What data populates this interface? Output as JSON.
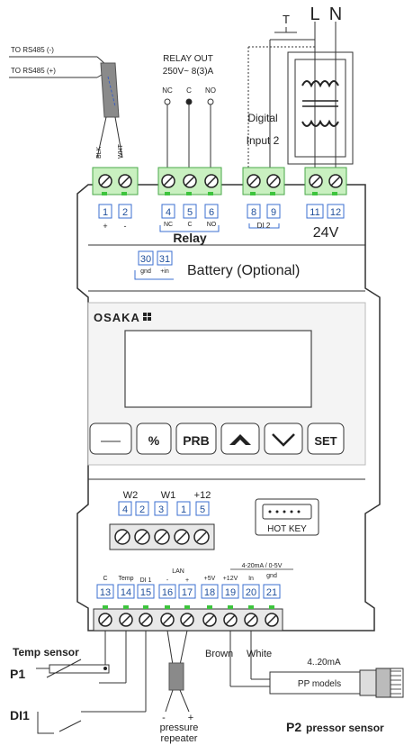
{
  "rs485": {
    "minus": "TO RS485 (-)",
    "plus": "TO RS485 (+)",
    "blk": "BLK",
    "wht": "WHT"
  },
  "relay_out": {
    "title": "RELAY OUT",
    "rating": "250V~ 8(3)A",
    "nc": "NC",
    "c": "C",
    "no": "NO"
  },
  "digital_input": {
    "line1": "Digital",
    "line2": "Input 2"
  },
  "power": {
    "t": "T",
    "l": "L",
    "n": "N"
  },
  "top_terminals": [
    {
      "num": "1",
      "sub": "+"
    },
    {
      "num": "2",
      "sub": "-"
    },
    {
      "num": "4",
      "sub": "NC"
    },
    {
      "num": "5",
      "sub": "C"
    },
    {
      "num": "6",
      "sub": "NO"
    },
    {
      "num": "8",
      "sub": ""
    },
    {
      "num": "9",
      "sub": ""
    },
    {
      "num": "11",
      "sub": ""
    },
    {
      "num": "12",
      "sub": ""
    }
  ],
  "relay_label": "Relay",
  "di2_label": "DI 2",
  "v24_label": "24V",
  "battery": {
    "num30": "30",
    "num31": "31",
    "sub30": "gnd",
    "sub31": "+in",
    "label": "Battery (Optional)"
  },
  "brand": "OSAKA",
  "buttons": [
    "",
    "%",
    "PRB",
    "▲",
    "▽",
    "SET"
  ],
  "mid_terminals": {
    "labels": [
      "W2",
      "W1",
      "+12"
    ],
    "nums": [
      "4",
      "2",
      "3",
      "1",
      "5"
    ]
  },
  "hotkey": "HOT KEY",
  "bottom": {
    "range_label": "4-20mA / 0-5V",
    "lan_label": "LAN",
    "subs": [
      "C",
      "Temp",
      "DI 1",
      "-",
      "+",
      "+5V",
      "+12V",
      "In",
      "gnd"
    ],
    "nums": [
      "13",
      "14",
      "15",
      "16",
      "17",
      "18",
      "19",
      "20",
      "21"
    ]
  },
  "sensors": {
    "temp_sensor": "Temp sensor",
    "p1": "P1",
    "di1": "DI1",
    "brown": "Brown",
    "white": "White",
    "ma": "4..20mA",
    "pp_models": "PP models",
    "pressure_repeater_1": "pressure",
    "pressure_repeater_2": "repeater",
    "p2": "P2",
    "p2_label": "pressor sensor",
    "minus": "-",
    "plus": "+"
  }
}
